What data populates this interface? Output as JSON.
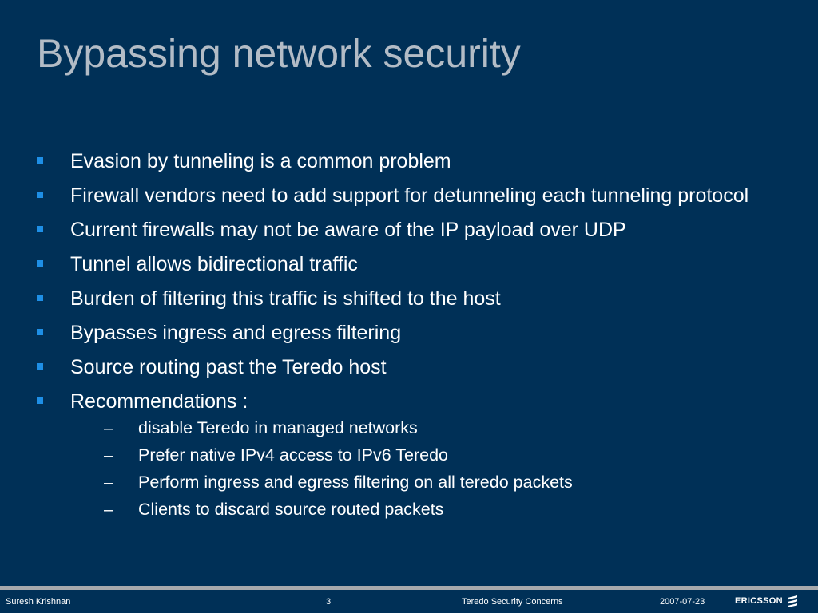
{
  "slide": {
    "title": "Bypassing network security",
    "bullets": [
      {
        "text": "Evasion by tunneling is a common problem"
      },
      {
        "text": "Firewall vendors need to add support for detunneling each tunneling protocol"
      },
      {
        "text": "Current firewalls may not be aware of the IP payload over UDP"
      },
      {
        "text": "Tunnel allows bidirectional traffic"
      },
      {
        "text": "Burden of filtering this traffic is shifted to the host"
      },
      {
        "text": "Bypasses ingress and egress filtering"
      },
      {
        "text": "Source routing past the Teredo host"
      },
      {
        "text": "Recommendations :",
        "sub": [
          "disable Teredo in managed networks",
          "Prefer native IPv4 access to IPv6 Teredo",
          "Perform ingress and egress filtering on all teredo packets",
          "Clients to discard source routed packets"
        ]
      }
    ],
    "sub_marker": "–"
  },
  "footer": {
    "author": "Suresh Krishnan",
    "page": "3",
    "subject": "Teredo Security Concerns",
    "date": "2007-07-23",
    "logo_text": "ERICSSON",
    "logo_icon": "ericsson-logo-icon"
  },
  "colors": {
    "background": "#003057",
    "title": "#b3bcc6",
    "bullet_marker": "#1e8fe6",
    "footer_rule": "#a7a9ac",
    "text": "#ffffff"
  }
}
